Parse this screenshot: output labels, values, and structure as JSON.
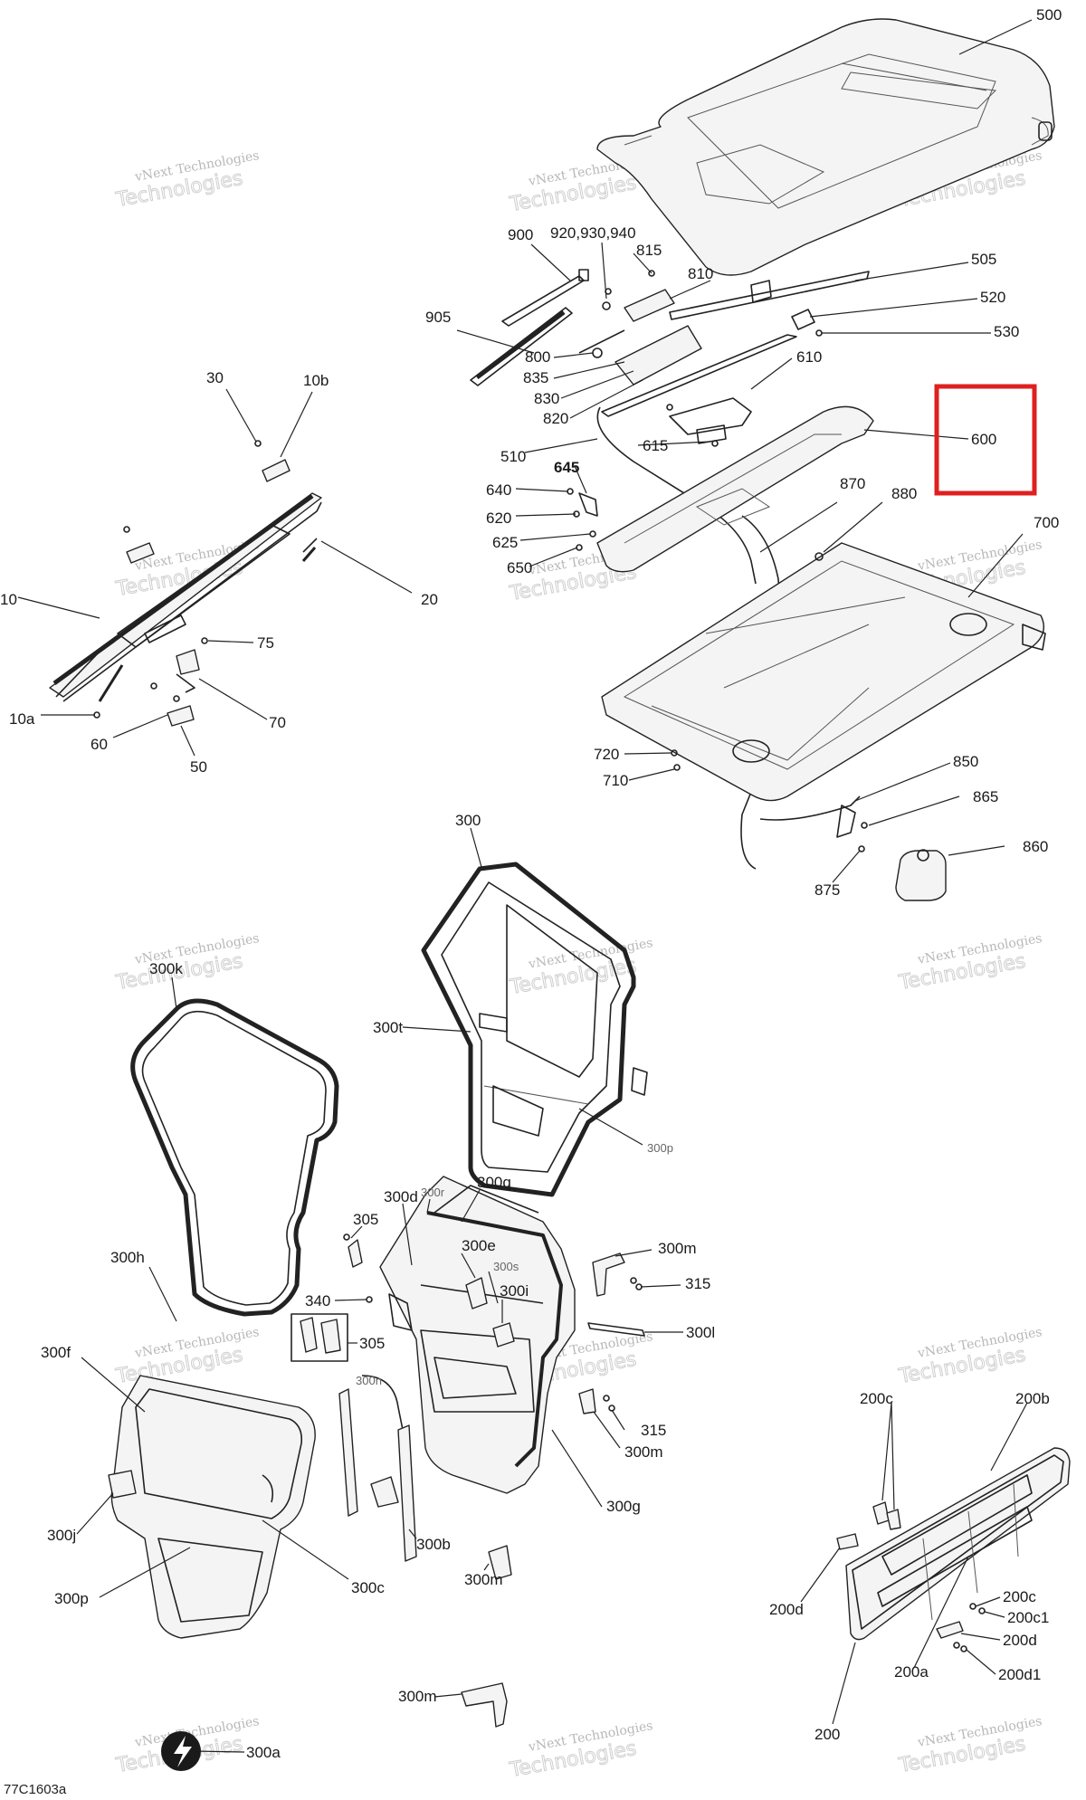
{
  "diagram_code": "77C1603a",
  "watermark": {
    "line1": "vNext Technologies",
    "line2": "Technologies"
  },
  "highlight": {
    "label": "600",
    "color": "#e02020"
  },
  "callouts": {
    "c500": "500",
    "c505": "505",
    "c520": "520",
    "c530": "530",
    "c900": "900",
    "c920": "920,930,940",
    "c815": "815",
    "c810": "810",
    "c905": "905",
    "c800": "800",
    "c835": "835",
    "c830": "830",
    "c820": "820",
    "c610": "610",
    "c510": "510",
    "c615": "615",
    "c640": "640",
    "c645": "645",
    "c620": "620",
    "c625": "625",
    "c650": "650",
    "c870": "870",
    "c880": "880",
    "c700": "700",
    "c720": "720",
    "c710": "710",
    "c850": "850",
    "c865": "865",
    "c860": "860",
    "c875": "875",
    "c30": "30",
    "c10b": "10b",
    "c20": "20",
    "c10": "10",
    "c75": "75",
    "c10a": "10a",
    "c70": "70",
    "c60": "60",
    "c50": "50",
    "c300": "300",
    "c300k": "300k",
    "c300t": "300t",
    "c300p_top": "300p",
    "c300r": "300r",
    "c300d": "300d",
    "c300q": "300q",
    "c305a": "305",
    "c300e": "300e",
    "c300s": "300s",
    "c300m_a": "300m",
    "c315_a": "315",
    "c340": "340",
    "c300i": "300i",
    "c300h": "300h",
    "c305b": "305",
    "c300l": "300l",
    "c300f": "300f",
    "c300n": "300n",
    "c315_b": "315",
    "c300m_b": "300m",
    "c300g": "300g",
    "c300j": "300j",
    "c300b": "300b",
    "c300p": "300p",
    "c300m_c": "300m",
    "c300c": "300c",
    "c300m_d": "300m",
    "c300a": "300a",
    "c200c_a": "200c",
    "c200b": "200b",
    "c200d_a": "200d",
    "c200c_b": "200c",
    "c200c1": "200c1",
    "c200d_b": "200d",
    "c200a": "200a",
    "c200d1": "200d1",
    "c200": "200"
  }
}
